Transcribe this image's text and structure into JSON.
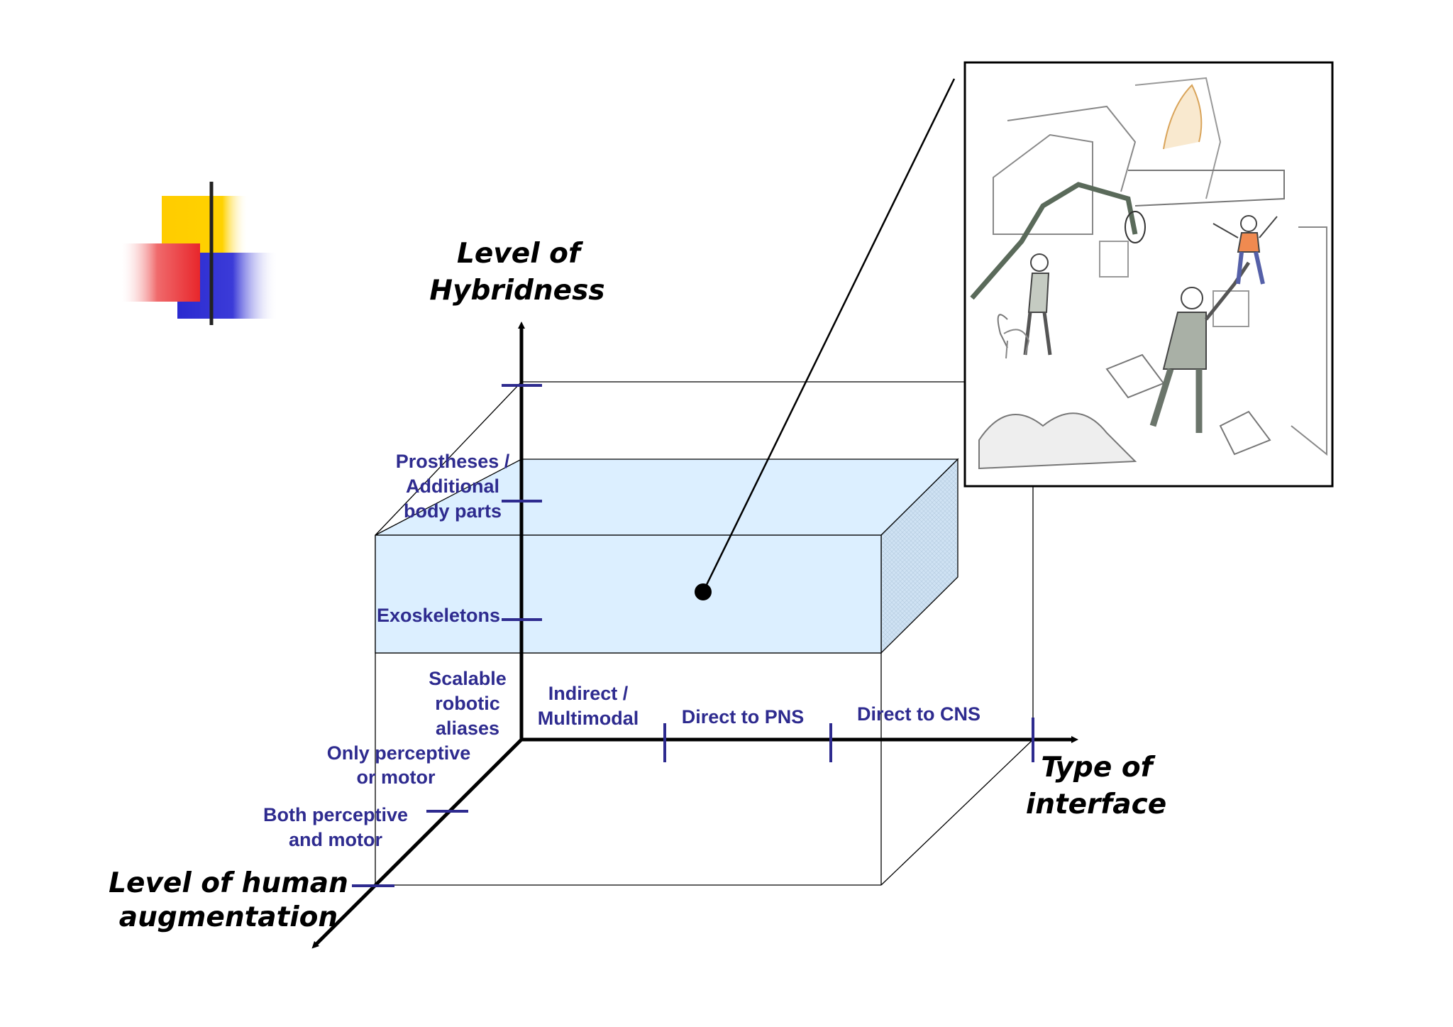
{
  "slide": {
    "axes": {
      "vertical_title_line1": "Level of",
      "vertical_title_line2": "Hybridness",
      "horizontal_title_line1": "Type of",
      "horizontal_title_line2": "interface",
      "depth_title_line1": "Level of human",
      "depth_title_line2": "augmentation"
    },
    "hybridness_levels": {
      "prostheses_1": "Prostheses /",
      "prostheses_2": "Additional",
      "prostheses_3": "body parts",
      "exoskeletons": "Exoskeletons",
      "scalable_1": "Scalable",
      "scalable_2": "robotic",
      "scalable_3": "aliases"
    },
    "interface_types": {
      "indirect_1": "Indirect /",
      "indirect_2": "Multimodal",
      "pns": "Direct to PNS",
      "cns": "Direct to CNS"
    },
    "augmentation_levels": {
      "only_1": "Only perceptive",
      "only_2": "or motor",
      "both_1": "Both perceptive",
      "both_2": "and motor"
    },
    "colors": {
      "label_blue": "#2e2b8f",
      "box_fill": "#dcefff",
      "logo_yellow": "#ffcc00",
      "logo_red": "#e8262b",
      "logo_blue": "#2a2ad0"
    },
    "illustration": {
      "icon": "rescue-robot-illustration-icon"
    }
  }
}
